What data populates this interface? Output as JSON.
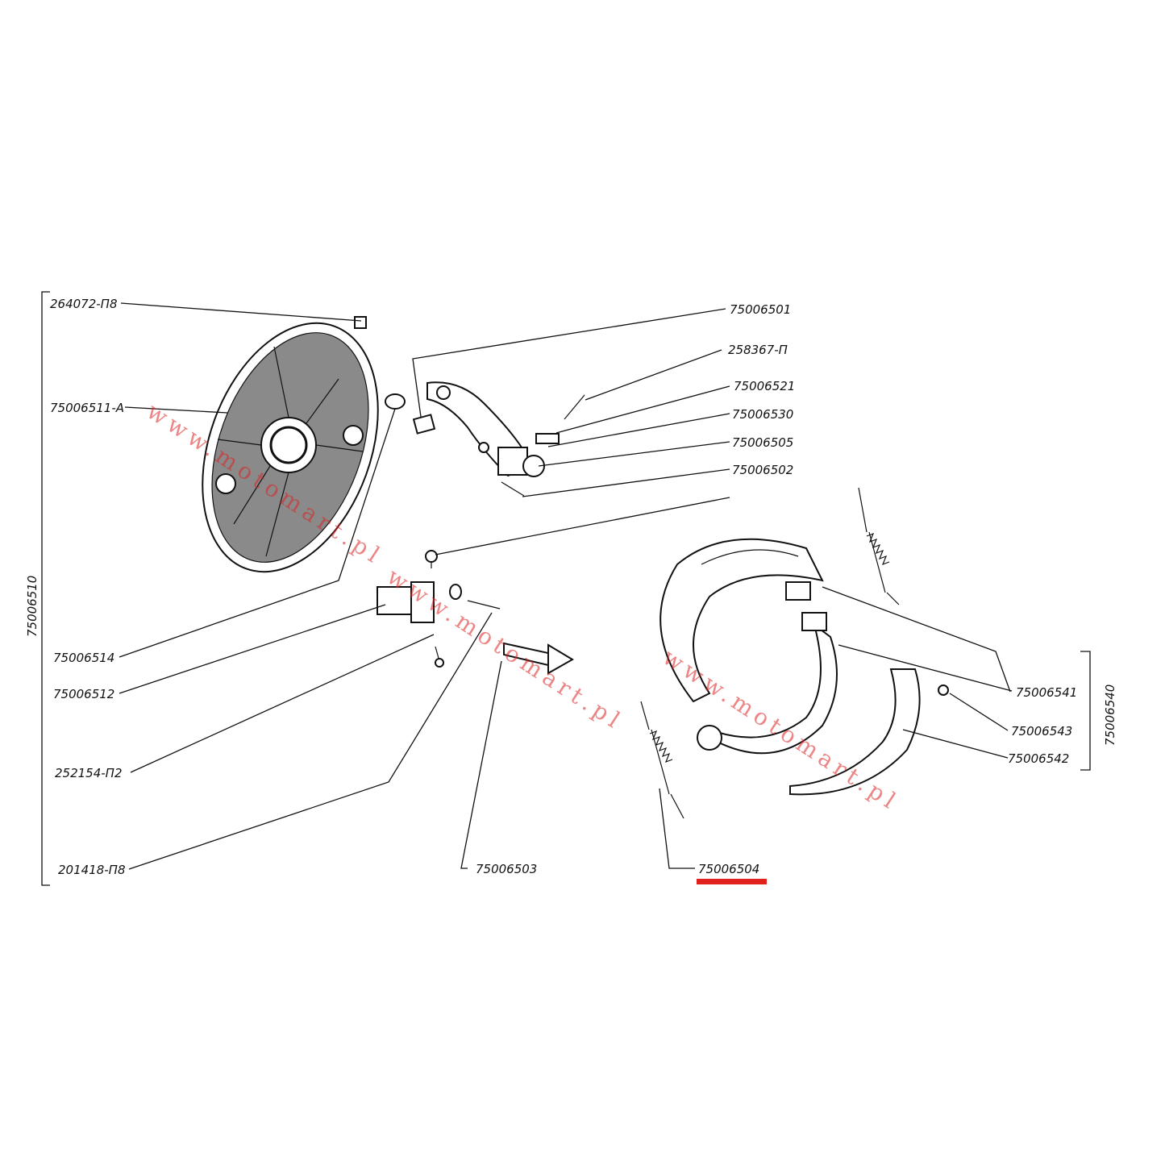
{
  "labels": {
    "p264072": "264072-П8",
    "p75006511": "75006511-А",
    "p75006510": "75006510",
    "p75006514": "75006514",
    "p75006512": "75006512",
    "p252154": "252154-П2",
    "p201418": "201418-П8",
    "p75006503": "75006503",
    "p75006504": "75006504",
    "p75006501": "75006501",
    "p258367": "258367-П",
    "p75006521": "75006521",
    "p75006530": "75006530",
    "p75006505": "75006505",
    "p75006502": "75006502",
    "p75006541": "75006541",
    "p75006543": "75006543",
    "p75006542": "75006542",
    "p75006540": "75006540"
  },
  "watermark": "www.motomart.pl",
  "colors": {
    "highlight": "#e0201b",
    "watermark": "#d22222",
    "ink": "#111111"
  }
}
